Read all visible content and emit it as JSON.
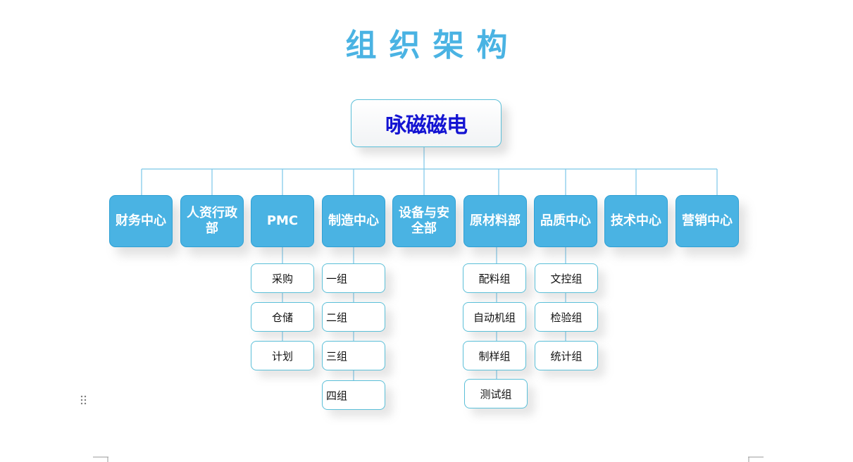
{
  "title": "组织架构",
  "root": "咏磁磁电",
  "departments": {
    "finance": "财务中心",
    "hr": "人资行政部",
    "pmc": "PMC",
    "manufacturing": "制造中心",
    "equipment": "设备与安全部",
    "materials": "原材料部",
    "quality": "品质中心",
    "tech": "技术中心",
    "marketing": "营销中心"
  },
  "pmc_groups": [
    "采购",
    "仓储",
    "计划"
  ],
  "manufacturing_groups": [
    "一组",
    "二组",
    "三组",
    "四组"
  ],
  "materials_groups": [
    "配料组",
    "自动机组",
    "制样组",
    "测试组"
  ],
  "quality_groups": [
    "文控组",
    "检验组",
    "统计组"
  ],
  "colors": {
    "title": "#4ab3e3",
    "department_fill": "#4ab3e3",
    "root_text": "#1414d2",
    "connector": "#7ac6e8"
  }
}
